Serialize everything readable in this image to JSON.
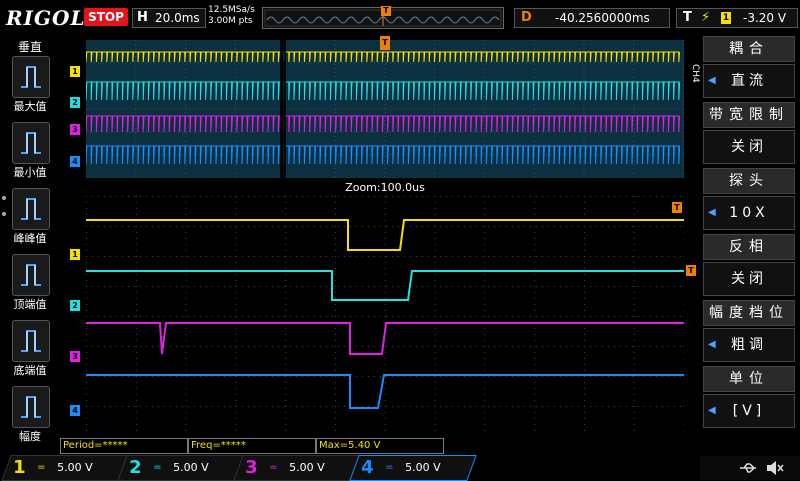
{
  "header": {
    "brand": "RIGOL",
    "run_state": "STOP",
    "timebase_label": "H",
    "timebase_value": "20.0ms",
    "sample_rate": "12.5MSa/s",
    "memory_depth": "3.00M pts",
    "trigger_pos_marker": "T",
    "delay_label": "D",
    "delay_value": "-40.2560000ms",
    "trigger_label": "T",
    "trigger_slope": "⚡",
    "trigger_channel": "1",
    "trigger_level": "-3.20 V"
  },
  "left_menu": {
    "title": "垂直",
    "items": [
      {
        "label": "最大值"
      },
      {
        "label": "最小值"
      },
      {
        "label": "峰峰值"
      },
      {
        "label": "顶端值"
      },
      {
        "label": "底端值"
      },
      {
        "label": "幅度"
      }
    ]
  },
  "zoom": {
    "label": "Zoom:100.0us"
  },
  "channel_markers": [
    "1",
    "2",
    "3",
    "4"
  ],
  "right_menu": {
    "channel_tag": "CH4",
    "items": [
      {
        "title": "耦合",
        "value": "直流"
      },
      {
        "title": "带宽限制",
        "value": "关闭"
      },
      {
        "title": "探头",
        "value": "10X"
      },
      {
        "title": "反相",
        "value": "关闭"
      },
      {
        "title": "幅度档位",
        "value": "粗调"
      },
      {
        "title": "单位",
        "value": "[V]"
      }
    ]
  },
  "measurements": {
    "period": "Period=*****",
    "freq": "Freq=*****",
    "max": "Max=5.40 V"
  },
  "channels": [
    {
      "num": "1",
      "coupling": "=",
      "scale": "5.00 V",
      "color": "#f5e000"
    },
    {
      "num": "2",
      "coupling": "=",
      "scale": "5.00 V",
      "color": "#20e0e0"
    },
    {
      "num": "3",
      "coupling": "=",
      "scale": "5.00 V",
      "color": "#e020e0"
    },
    {
      "num": "4",
      "coupling": "=",
      "scale": "5.00 V",
      "color": "#1a8cff"
    }
  ],
  "colors": {
    "ch1": "#f5e000",
    "ch2": "#20e0e0",
    "ch3": "#e020e0",
    "ch4": "#1a8cff",
    "trigger": "#f08000",
    "stop": "#e0161b"
  },
  "status_icons": [
    "usb-icon",
    "speaker-icon"
  ]
}
